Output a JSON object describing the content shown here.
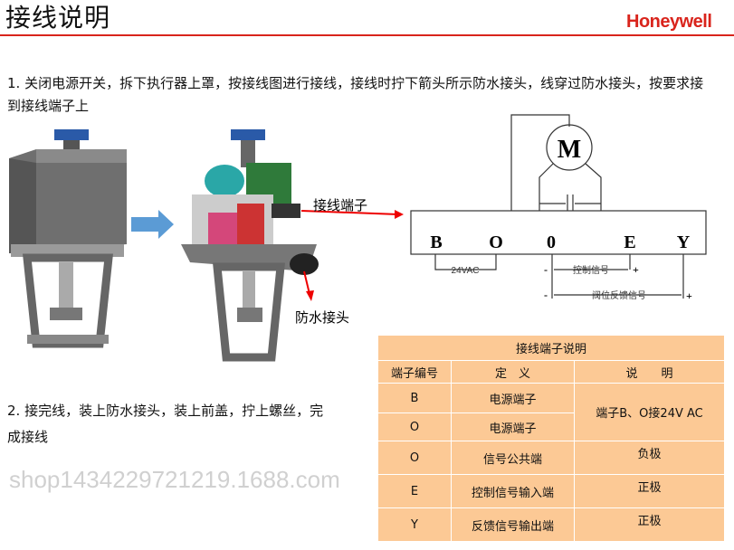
{
  "header": {
    "title": "接线说明",
    "brand": "Honeywell"
  },
  "steps": {
    "step1": "1. 关闭电源开关，拆下执行器上罩，按接线图进行接线，接线时拧下箭头所示防水接头，线穿过防水接头，按要求接到接线端子上",
    "step2": "2. 接完线，装上防水接头，装上前盖，拧上螺丝，完成接线"
  },
  "callouts": {
    "terminal": "接线端子",
    "waterproof": "防水接头"
  },
  "diagram": {
    "motor": "M",
    "terminals": [
      "B",
      "O",
      "0",
      "E",
      "Y"
    ],
    "supply": "24VAC",
    "control": "控制信号",
    "feedback": "阀位反馈信号",
    "minus": "-",
    "plus": "+"
  },
  "table": {
    "title": "接线端子说明",
    "headers": [
      "端子编号",
      "定　义",
      "说　　明"
    ],
    "rows": [
      {
        "id": "B",
        "def": "电源端子"
      },
      {
        "id": "O",
        "def": "电源端子"
      },
      {
        "id": "O",
        "def": "信号公共端",
        "note": "负极"
      },
      {
        "id": "E",
        "def": "控制信号输入端",
        "note": "正极"
      },
      {
        "id": "Y",
        "def": "反馈信号输出端",
        "note": "正极"
      }
    ],
    "merged_note": "端子B、O接24V AC"
  },
  "watermark": "shop1434229721219.1688.com",
  "colors": {
    "accent": "#d9241c",
    "table_bg": "#fcc995"
  }
}
